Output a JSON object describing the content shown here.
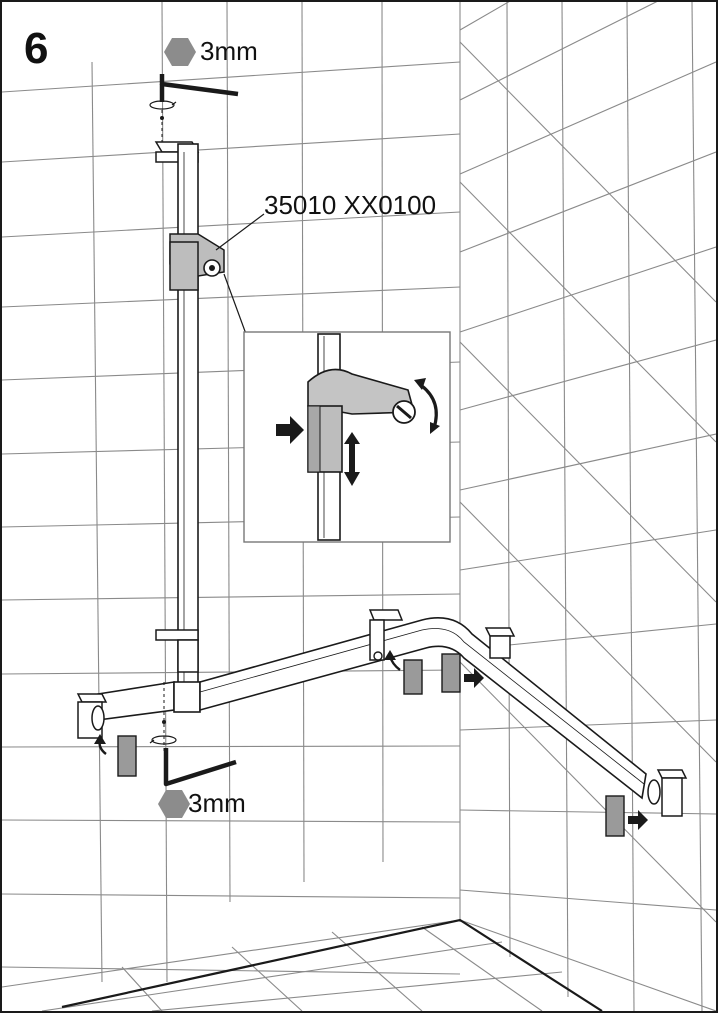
{
  "step": {
    "number": "6"
  },
  "tool": {
    "hex_size": "3mm",
    "icon": "hex-key-icon"
  },
  "part": {
    "number": "35010 XX0100"
  },
  "colors": {
    "line": "#1a1a1a",
    "tile": "#8a8a8a",
    "cap": "#9a9a9a",
    "hex": "#8c8c8c"
  }
}
